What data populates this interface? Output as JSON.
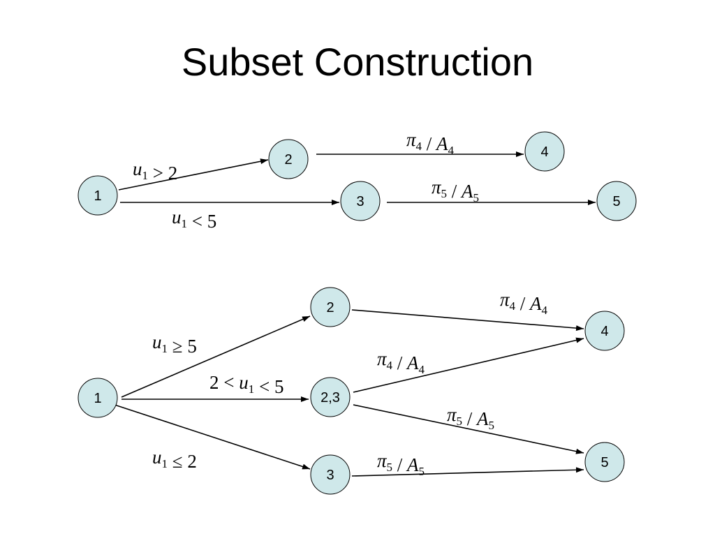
{
  "title": "Subset Construction",
  "colors": {
    "node_fill": "#cfe8ea",
    "stroke": "#000000"
  },
  "diagrams": [
    {
      "id": "top",
      "nodes": [
        {
          "id": "t1",
          "label": "1"
        },
        {
          "id": "t2",
          "label": "2"
        },
        {
          "id": "t3",
          "label": "3"
        },
        {
          "id": "t4",
          "label": "4"
        },
        {
          "id": "t5",
          "label": "5"
        }
      ],
      "edges": [
        {
          "from": "t1",
          "to": "t2",
          "label": [
            [
              "u",
              "1",
              ""
            ],
            [
              "",
              "",
              " > 2"
            ]
          ]
        },
        {
          "from": "t1",
          "to": "t3",
          "label": [
            [
              "u",
              "1",
              ""
            ],
            [
              "",
              "",
              " < 5"
            ]
          ]
        },
        {
          "from": "t2",
          "to": "t4",
          "label": [
            [
              "π",
              "4",
              ""
            ],
            [
              "",
              "",
              " / "
            ],
            [
              "A",
              "4",
              ""
            ]
          ]
        },
        {
          "from": "t3",
          "to": "t5",
          "label": [
            [
              "π",
              "5",
              ""
            ],
            [
              "",
              "",
              " / "
            ],
            [
              "A",
              "5",
              ""
            ]
          ]
        }
      ]
    },
    {
      "id": "bottom",
      "nodes": [
        {
          "id": "b1",
          "label": "1"
        },
        {
          "id": "b2",
          "label": "2"
        },
        {
          "id": "b23",
          "label": "2,3"
        },
        {
          "id": "b3",
          "label": "3"
        },
        {
          "id": "b4",
          "label": "4"
        },
        {
          "id": "b5",
          "label": "5"
        }
      ],
      "edges": [
        {
          "from": "b1",
          "to": "b2",
          "label": [
            [
              "u",
              "1",
              ""
            ],
            [
              "",
              "",
              " ≥ 5"
            ]
          ]
        },
        {
          "from": "b1",
          "to": "b23",
          "label": [
            [
              "",
              "",
              "2 < "
            ],
            [
              "u",
              "1",
              ""
            ],
            [
              "",
              "",
              " < 5"
            ]
          ]
        },
        {
          "from": "b1",
          "to": "b3",
          "label": [
            [
              "u",
              "1",
              ""
            ],
            [
              "",
              "",
              " ≤ 2"
            ]
          ]
        },
        {
          "from": "b2",
          "to": "b4",
          "label": [
            [
              "π",
              "4",
              ""
            ],
            [
              "",
              "",
              " / "
            ],
            [
              "A",
              "4",
              ""
            ]
          ]
        },
        {
          "from": "b23",
          "to": "b4",
          "label": [
            [
              "π",
              "4",
              ""
            ],
            [
              "",
              "",
              " / "
            ],
            [
              "A",
              "4",
              ""
            ]
          ]
        },
        {
          "from": "b23",
          "to": "b5",
          "label": [
            [
              "π",
              "5",
              ""
            ],
            [
              "",
              "",
              " / "
            ],
            [
              "A",
              "5",
              ""
            ]
          ]
        },
        {
          "from": "b3",
          "to": "b5",
          "label": [
            [
              "π",
              "5",
              ""
            ],
            [
              "",
              "",
              " / "
            ],
            [
              "A",
              "5",
              ""
            ]
          ]
        }
      ]
    }
  ]
}
